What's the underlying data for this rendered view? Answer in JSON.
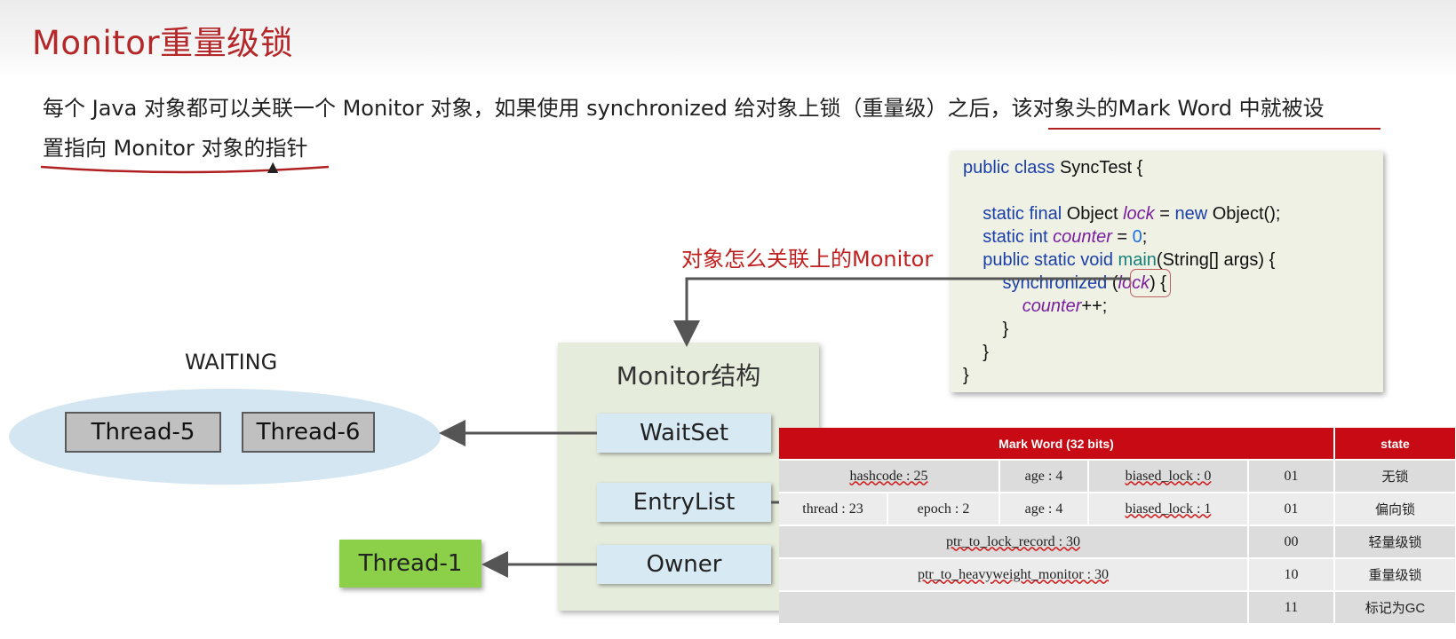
{
  "slide": {
    "title": "Monitor重量级锁",
    "intro": {
      "part1": "每个 Java 对象都可以关联一个 Monitor 对象，如果使用 synchronized 给对象上锁（重量级）之后，",
      "highlight1": "该对象头的Mark Word 中就被设",
      "highlight2": "置指向 Monitor 对象的指针"
    },
    "question": "对象怎么关联上的Monitor"
  },
  "code": {
    "lines": [
      "public class SyncTest {",
      "",
      "    static final Object lock = new Object();",
      "    static int counter = 0;",
      "    public static void main(String[] args) {",
      "        synchronized (lock) {",
      "            counter++;",
      "        }",
      "    }",
      "}"
    ]
  },
  "monitor": {
    "title": "Monitor结构",
    "slots": [
      "WaitSet",
      "EntryList",
      "Owner"
    ]
  },
  "waiting": {
    "label": "WAITING",
    "threads": [
      "Thread-5",
      "Thread-6"
    ]
  },
  "owner_thread": "Thread-1",
  "colors": {
    "title_red": "#b5282a",
    "table_header_red": "#c70a14",
    "slot_blue": "#d7eaf4",
    "ellipse_blue": "#d4e6f1",
    "owner_green": "#8bd048",
    "monitor_bg": "#e6ecdc",
    "code_bg": "#eef1e4"
  },
  "mark_word_table": {
    "header": "Mark Word (32 bits)",
    "state_header": "state",
    "rows": [
      {
        "cells": [
          "hashcode : 25",
          "age : 4",
          "biased_lock : 0"
        ],
        "bits": "01",
        "state": "无锁"
      },
      {
        "cells": [
          "thread : 23",
          "epoch : 2",
          "age : 4",
          "biased_lock : 1"
        ],
        "bits": "01",
        "state": "偏向锁"
      },
      {
        "cells": [
          "ptr_to_lock_record : 30"
        ],
        "bits": "00",
        "state": "轻量级锁"
      },
      {
        "cells": [
          "ptr_to_heavyweight_monitor : 30"
        ],
        "bits": "10",
        "state": "重量级锁"
      },
      {
        "cells": [
          ""
        ],
        "bits": "11",
        "state": "标记为GC"
      }
    ]
  }
}
